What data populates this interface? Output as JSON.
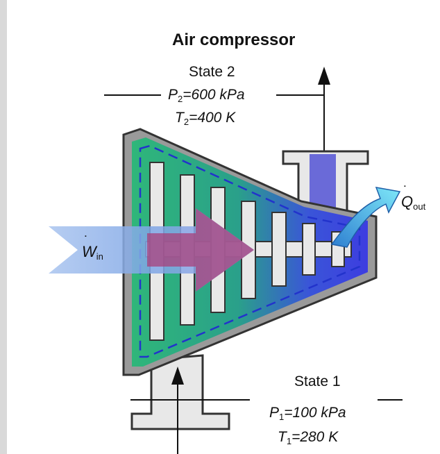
{
  "title": "Air compressor",
  "state2": {
    "name": "State 2",
    "pressure_symbol": "P",
    "pressure_sub": "2",
    "pressure_value": "=600 kPa",
    "temperature_symbol": "T",
    "temperature_sub": "2",
    "temperature_value": "=400 K"
  },
  "state1": {
    "name": "State 1",
    "pressure_symbol": "P",
    "pressure_sub": "1",
    "pressure_value": "=100 kPa",
    "temperature_symbol": "T",
    "temperature_sub": "1",
    "temperature_value": "=280 K"
  },
  "work_in": {
    "symbol": "W",
    "sub": "in"
  },
  "heat_out": {
    "symbol": "Q",
    "sub": "out"
  },
  "colors": {
    "body_green": "#2fb67a",
    "body_blue": "#3d3de0",
    "casing_gray": "#9a9a9a",
    "work_arrow_blue": "#7fa6e6",
    "work_arrow_red": "#a8407a",
    "heat_arrow_cyan": "#4fd8f0",
    "outlet_pipe": "#6a6ad8"
  }
}
